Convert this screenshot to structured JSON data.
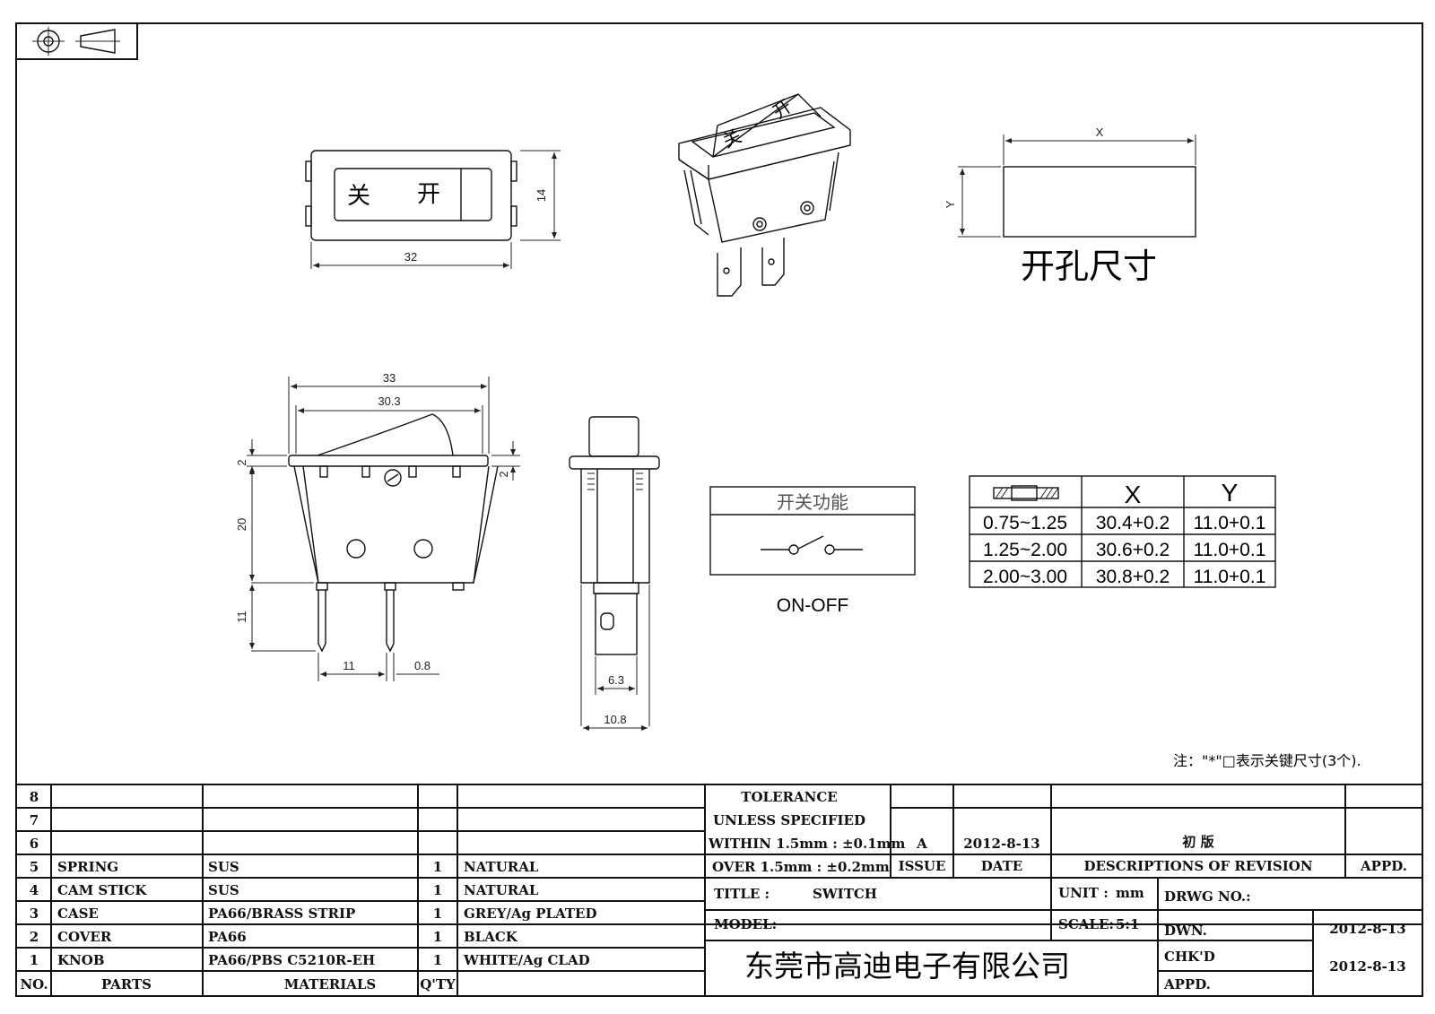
{
  "drawing": {
    "top_view": {
      "label_off": "关",
      "label_on": "开",
      "dim_width": "32",
      "dim_height": "14"
    },
    "cutout": {
      "dim_x": "X",
      "dim_y": "Y",
      "title": "开孔尺寸"
    },
    "front_view": {
      "dim_33": "33",
      "dim_30_3": "30.3",
      "dim_2_left": "2",
      "dim_2_right": "2",
      "dim_20": "20",
      "dim_11_v": "11",
      "dim_11_h": "11",
      "dim_0_8": "0.8"
    },
    "side_view": {
      "dim_6_3": "6.3",
      "dim_10_8": "10.8"
    },
    "function": {
      "title": "开关功能",
      "caption": "ON-OFF"
    },
    "cutout_table": {
      "headers": [
        "",
        "X",
        "Y"
      ],
      "rows": [
        [
          "0.75~1.25",
          "30.4+0.2",
          "11.0+0.1"
        ],
        [
          "1.25~2.00",
          "30.6+0.2",
          "11.0+0.1"
        ],
        [
          "2.00~3.00",
          "30.8+0.2",
          "11.0+0.1"
        ]
      ]
    },
    "note": "注：\"*\"□表示关键尺寸(3个)."
  },
  "title_block": {
    "parts": [
      {
        "no": "8",
        "part": "",
        "material": "",
        "qty": "",
        "finish": ""
      },
      {
        "no": "7",
        "part": "",
        "material": "",
        "qty": "",
        "finish": ""
      },
      {
        "no": "6",
        "part": "",
        "material": "",
        "qty": "",
        "finish": ""
      },
      {
        "no": "5",
        "part": "SPRING",
        "material": "SUS",
        "qty": "1",
        "finish": "NATURAL"
      },
      {
        "no": "4",
        "part": "CAM STICK",
        "material": "SUS",
        "qty": "1",
        "finish": "NATURAL"
      },
      {
        "no": "3",
        "part": "CASE",
        "material": "PA66/BRASS STRIP",
        "qty": "1",
        "finish": "GREY/Ag PLATED"
      },
      {
        "no": "2",
        "part": "COVER",
        "material": "PA66",
        "qty": "1",
        "finish": "BLACK"
      },
      {
        "no": "1",
        "part": "KNOB",
        "material": "PA66/PBS C5210R-EH",
        "qty": "1",
        "finish": "WHITE/Ag CLAD"
      }
    ],
    "headers": {
      "no": "NO.",
      "parts": "PARTS",
      "materials": "MATERIALS",
      "qty": "Q'TY"
    },
    "tolerance": {
      "l1": "TOLERANCE",
      "l2": "UNLESS  SPECIFIED",
      "l3": "WITHIN 1.5mm : ±0.1mm",
      "l4": "OVER 1.5mm : ±0.2mm"
    },
    "revision": {
      "issue": "A",
      "date": "2012-8-13",
      "description": "初  版",
      "issue_h": "ISSUE",
      "date_h": "DATE",
      "desc_h": "DESCRIPTIONS OF REVISION",
      "appd_h": "APPD."
    },
    "title_label": "TITLE :",
    "title_value": "SWITCH",
    "unit_label": "UNIT :",
    "unit_value": "mm",
    "drwg_label": "DRWG NO.:",
    "model_label": "MODEL:",
    "scale_label": "SCALE:",
    "scale_value": "5:1",
    "dwn_label": "DWN.",
    "dwn_date": "2012-8-13",
    "chkd_label": "CHK'D",
    "chkd_date": "2012-8-13",
    "appd_label": "APPD.",
    "company": "东莞市高迪电子有限公司"
  }
}
